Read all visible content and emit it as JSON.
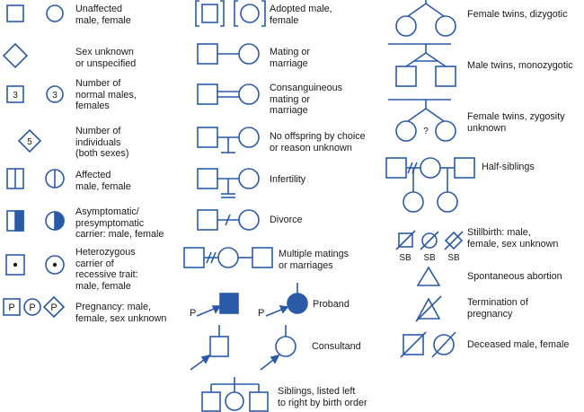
{
  "colors": {
    "symbol": "#2a5aa8",
    "text": "#1a1a1a",
    "background": "#ffffff"
  },
  "labels": {
    "unaffected": "Unaffected\nmale, female",
    "sex_unknown": "Sex unknown\nor unspecified",
    "number_normal": "Number of\nnormal males,\nfemales",
    "number_individuals": "Number of\nindividuals\n(both sexes)",
    "affected": "Affected\nmale, female",
    "asymptomatic": "Asymptomatic/\npresymptomatic\ncarrier: male, female",
    "heterozygous": "Heterozygous\ncarrier of\nrecessive trait:\nmale, female",
    "pregnancy": "Pregnancy: male,\nfemale, sex unknown",
    "adopted": "Adopted male,\nfemale",
    "mating": "Mating or\nmarriage",
    "consanguineous": "Consanguineous\nmating or\nmarriage",
    "no_offspring": "No offspring by choice\nor reason unknown",
    "infertility": "Infertility",
    "divorce": "Divorce",
    "multiple_matings": "Multiple matings\nor marriages",
    "proband": "Proband",
    "consultand": "Consultand",
    "siblings": "Siblings, listed left\nto right by birth order",
    "twins_dizygotic": "Female twins, dizygotic",
    "twins_monozygotic": "Male twins, monozygotic",
    "twins_unknown": "Female twins, zygosity\nunknown",
    "half_siblings": "Half-siblings",
    "stillbirth": "Stillbirth: male,\nfemale, sex unknown",
    "spontaneous_abortion": "Spontaneous abortion",
    "termination": "Termination of\npregnancy",
    "deceased": "Deceased male, female"
  },
  "symbol_text": {
    "number_normal_male": "3",
    "number_normal_female": "3",
    "number_individuals": "5",
    "pregnancy_male": "P",
    "pregnancy_female": "P",
    "pregnancy_unknown": "P",
    "proband_marker_male": "P",
    "proband_marker_female": "P",
    "twins_unknown_mark": "?",
    "stillbirth_male": "SB",
    "stillbirth_female": "SB",
    "stillbirth_unknown": "SB"
  }
}
